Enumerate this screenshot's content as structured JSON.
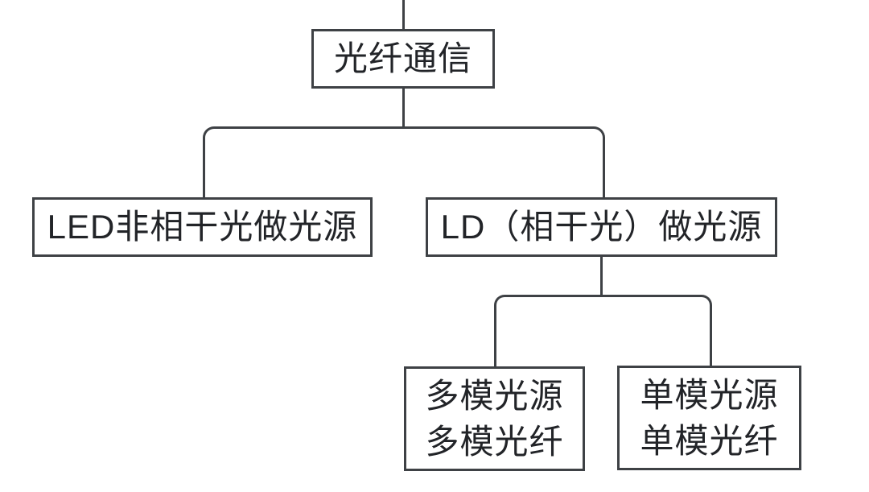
{
  "colors": {
    "line": "#3e4145",
    "text": "#222428",
    "node_background": "#ffffff",
    "page_background": "#ffffff"
  },
  "diagram": {
    "type": "flowchart-tree",
    "nodes": {
      "root": {
        "label": "光纤通信"
      },
      "led": {
        "label": "LED非相干光做光源"
      },
      "ld": {
        "label": "LD（相干光）做光源"
      },
      "multimode": {
        "line1": "多模光源",
        "line2": "多模光纤"
      },
      "singlemode": {
        "line1": "单模光源",
        "line2": "单模光纤"
      }
    },
    "edges": [
      {
        "from": "above-canvas",
        "to": "root"
      },
      {
        "from": "root",
        "to": "led"
      },
      {
        "from": "root",
        "to": "ld"
      },
      {
        "from": "ld",
        "to": "multimode"
      },
      {
        "from": "ld",
        "to": "singlemode"
      }
    ]
  }
}
